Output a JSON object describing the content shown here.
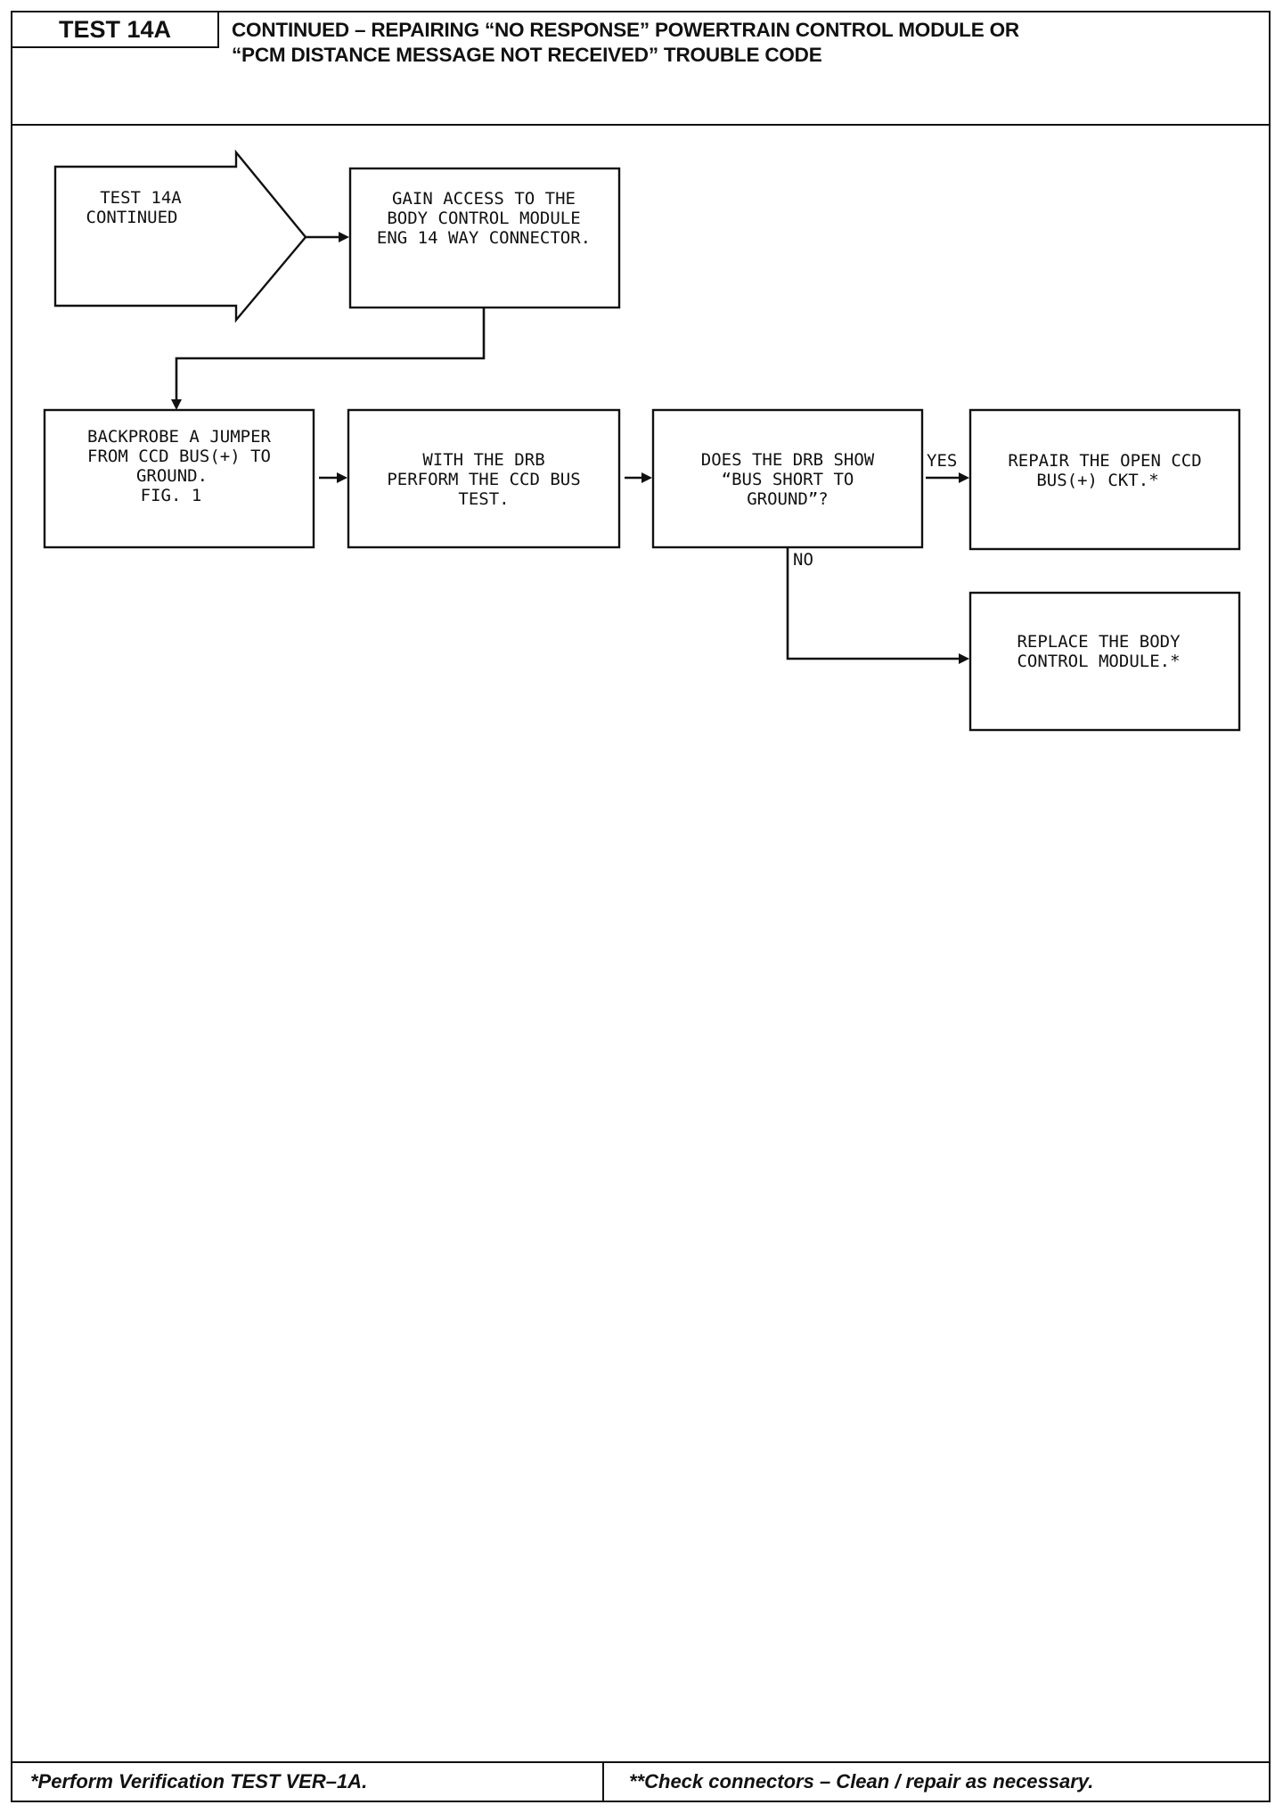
{
  "header": {
    "test_id": "TEST 14A",
    "title_line1": "CONTINUED – REPAIRING “NO RESPONSE” POWERTRAIN CONTROL MODULE OR",
    "title_line2": "“PCM DISTANCE MESSAGE NOT RECEIVED” TROUBLE CODE"
  },
  "flowchart": {
    "start": {
      "line1": "TEST 14A",
      "line2": "CONTINUED"
    },
    "access": {
      "line1": "GAIN ACCESS TO THE",
      "line2": "BODY CONTROL MODULE",
      "line3": "ENG 14 WAY CONNECTOR."
    },
    "backprobe": {
      "line1": "BACKPROBE A JUMPER",
      "line2": "FROM CCD BUS(+) TO",
      "line3": "GROUND.",
      "line4": "FIG. 1"
    },
    "drb_test": {
      "line1": "WITH THE DRB",
      "line2": "PERFORM THE CCD BUS",
      "line3": "TEST."
    },
    "question": {
      "line1": "DOES THE DRB SHOW",
      "line2": "“BUS SHORT TO",
      "line3": "GROUND”?"
    },
    "yes_label": "YES",
    "no_label": "NO",
    "repair": {
      "line1": "REPAIR THE OPEN CCD",
      "line2": "BUS(+) CKT.*"
    },
    "replace": {
      "line1": "REPLACE THE BODY",
      "line2": "CONTROL MODULE.*"
    }
  },
  "footer": {
    "left": "*Perform Verification TEST VER–1A.",
    "right": "**Check connectors  –  Clean / repair as necessary."
  }
}
